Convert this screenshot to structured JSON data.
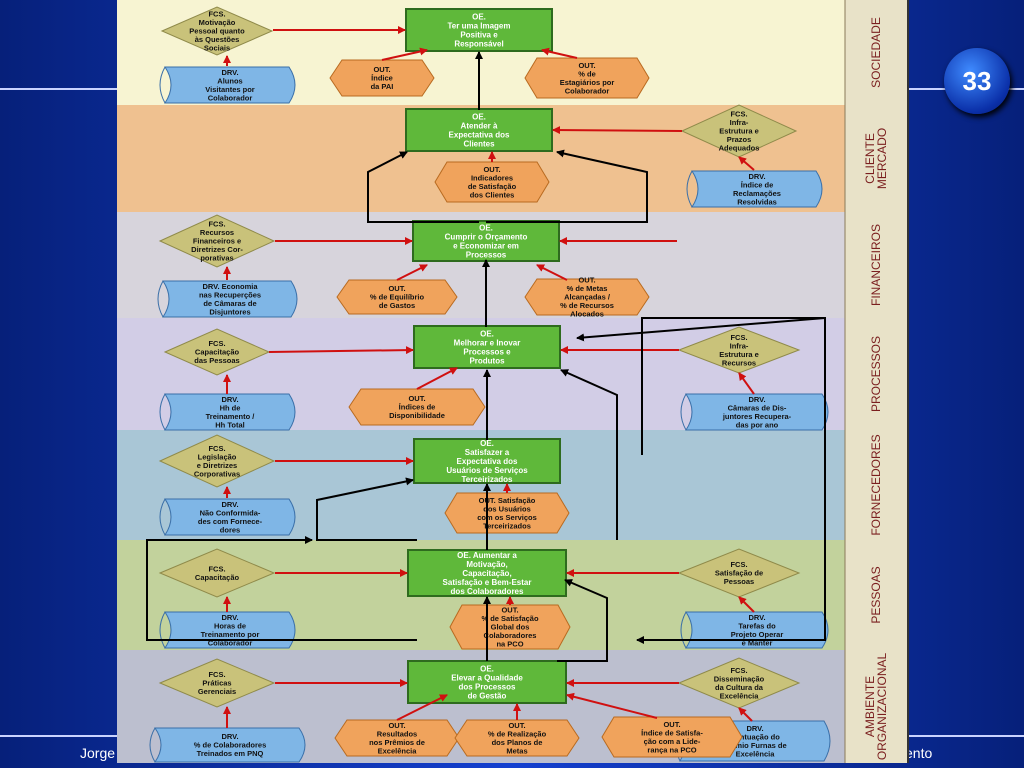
{
  "slide": {
    "page_number": "33",
    "footer_left": "Jorge",
    "footer_right": "ento"
  },
  "colors": {
    "slide_blue": "#0b2fb3",
    "objective_green": "#5fb83a",
    "fcs_olive": "#c9c27a",
    "drv_blue": "#7fb6e6",
    "out_orange": "#f0a35c",
    "arrow_red": "#d01010",
    "arrow_black": "#000000"
  },
  "bands": [
    {
      "label": "SOCIEDADE",
      "color": "#f7f4d2"
    },
    {
      "label": "CLIENTE MERCADO",
      "color": "#efc190"
    },
    {
      "label": "FINANCEIROS",
      "color": "#d7d4dc"
    },
    {
      "label": "PROCESSOS",
      "color": "#d2cde6"
    },
    {
      "label": "FORNECEDORES",
      "color": "#a9c6d6"
    },
    {
      "label": "PESSOAS",
      "color": "#c2d29c"
    },
    {
      "label": "AMBIENTE ORGANIZACIONAL",
      "color": "#bcbfcf"
    }
  ],
  "objectives": [
    [
      "OE.",
      "Ter uma Imagem",
      "Positiva e",
      "Responsável"
    ],
    [
      "OE.",
      "Atender à",
      "Expectativa dos",
      "Clientes"
    ],
    [
      "OE.",
      "Cumprir o Orçamento",
      "e Economizar em",
      "Processos"
    ],
    [
      "OE.",
      "Melhorar e Inovar",
      "Processos e",
      "Produtos"
    ],
    [
      "OE.",
      "Satisfazer a",
      "Expectativa dos",
      "Usuários de Serviços",
      "Terceirizados"
    ],
    [
      "OE. Aumentar a",
      "Motivação,",
      "Capacitação,",
      "Satisfação e Bem-Estar",
      "dos Colaboradores"
    ],
    [
      "OE.",
      "Elevar a Qualidade",
      "dos Processos",
      "de Gestão"
    ]
  ],
  "fcs": [
    [
      "FCS.",
      "Motivação",
      "Pessoal quanto",
      "às Questões",
      "Sociais"
    ],
    [
      "FCS.",
      "Infra-",
      "Estrutura e",
      "Prazos",
      "Adequados"
    ],
    [
      "FCS.",
      "Recursos",
      "Financeiros e",
      "Diretrizes Cor-",
      "porativas"
    ],
    [
      "FCS.",
      "Capacitação",
      "das Pessoas"
    ],
    [
      "FCS.",
      "Infra-",
      "Estrutura e",
      "Recursos"
    ],
    [
      "FCS.",
      "Legislação",
      "e Diretrizes",
      "Corporativas"
    ],
    [
      "FCS.",
      "Capacitação"
    ],
    [
      "FCS.",
      "Satisfação de",
      "Pessoas"
    ],
    [
      "FCS.",
      "Práticas",
      "Gerenciais"
    ],
    [
      "FCS.",
      "Disseminação",
      "da Cultura da",
      "Excelência"
    ]
  ],
  "drv": [
    [
      "DRV.",
      "Alunos",
      "Visitantes por",
      "Colaborador"
    ],
    [
      "DRV.",
      "Índice de",
      "Reclamações",
      "Resolvidas"
    ],
    [
      "DRV. Economia",
      "nas Recuperções",
      "de Câmaras de",
      "Disjuntores"
    ],
    [
      "DRV.",
      "Hh de",
      "Treinamento /",
      "Hh Total"
    ],
    [
      "DRV.",
      "Câmaras de Dis-",
      "juntores Recupera-",
      "das por ano"
    ],
    [
      "DRV.",
      "Não Conformida-",
      "des com Fornece-",
      "dores"
    ],
    [
      "DRV.",
      "Horas de",
      "Treinamento por",
      "Colaborador"
    ],
    [
      "DRV.",
      "Tarefas do",
      "Projeto Operar",
      "e Manter"
    ],
    [
      "DRV.",
      "% de Colaboradores",
      "Treinados em PNQ"
    ],
    [
      "DRV.",
      "Pontuação do",
      "Prêmio Furnas de",
      "Excelência"
    ]
  ],
  "out": [
    [
      "OUT.",
      "Índice",
      "da PAI"
    ],
    [
      "OUT.",
      "% de",
      "Estagiários por",
      "Colaborador"
    ],
    [
      "OUT.",
      "Indicadores",
      "de Satisfação",
      "dos Clientes"
    ],
    [
      "OUT.",
      "% de Equilíbrio",
      "de Gastos"
    ],
    [
      "OUT.",
      "% de Metas",
      "Alcançadas /",
      "% de Recursos",
      "Alocados"
    ],
    [
      "OUT.",
      "Índices de",
      "Disponibilidade"
    ],
    [
      "OUT. Satisfação",
      "dos Usuários",
      "com os Serviços",
      "Terceirizados"
    ],
    [
      "OUT.",
      "% de Satisfação",
      "Global dos",
      "Colaboradores",
      "na PCO"
    ],
    [
      "OUT.",
      "Resultados",
      "nos Prêmios de",
      "Excelência"
    ],
    [
      "OUT.",
      "% de Realização",
      "dos Planos de",
      "Metas"
    ],
    [
      "OUT.",
      "Índice de Satisfa-",
      "ção com a Lide-",
      "rança na PCO"
    ]
  ]
}
